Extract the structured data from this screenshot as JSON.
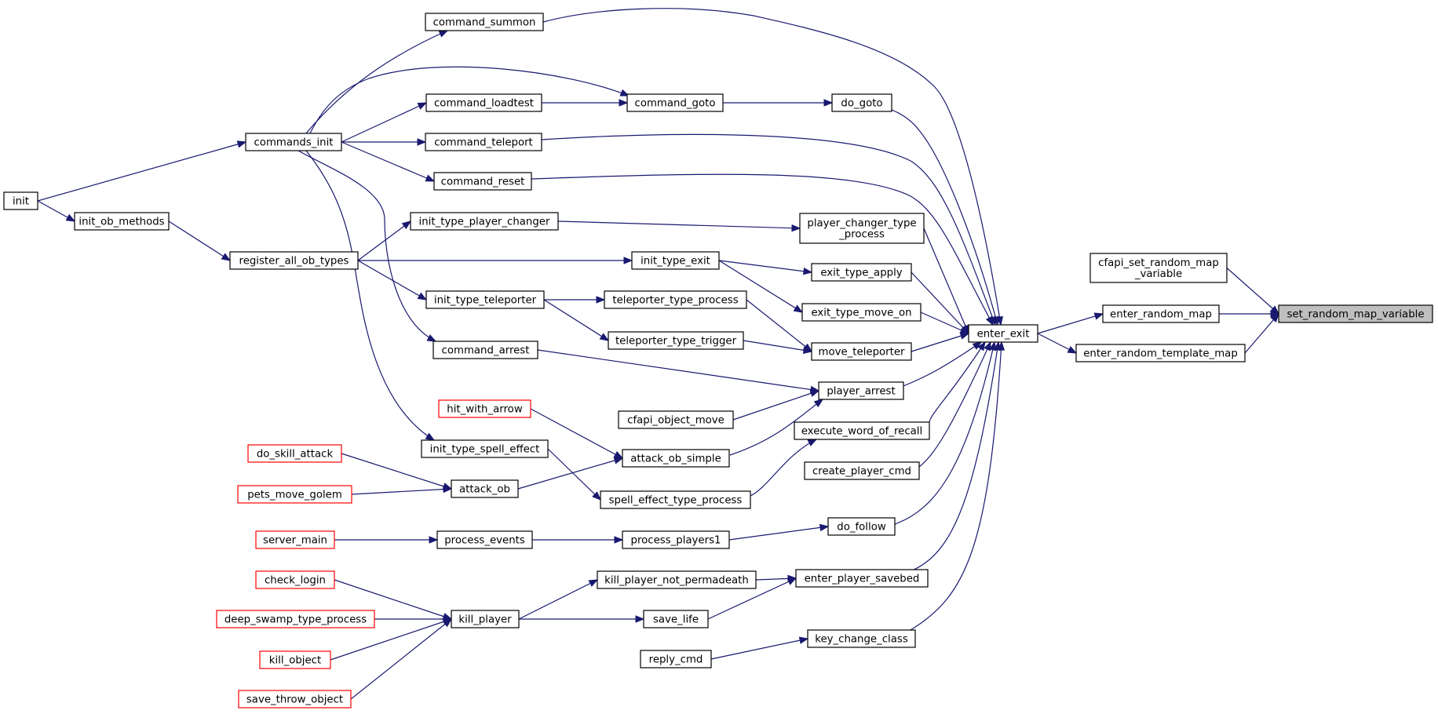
{
  "graph": {
    "colors": {
      "edge": "#191970",
      "node_border": "#000000",
      "node_border_truncated": "#ff0000",
      "highlight_fill": "#bfbfbf"
    },
    "nodes": [
      {
        "id": "set_random_map_variable",
        "label": "set_random_map_variable",
        "style": "highlight"
      },
      {
        "id": "cfapi_set_random_map_variable",
        "label": "cfapi_set_random_map\n_variable",
        "style": "normal"
      },
      {
        "id": "enter_random_map",
        "label": "enter_random_map",
        "style": "normal"
      },
      {
        "id": "enter_random_template_map",
        "label": "enter_random_template_map",
        "style": "normal"
      },
      {
        "id": "enter_exit",
        "label": "enter_exit",
        "style": "normal"
      },
      {
        "id": "command_summon",
        "label": "command_summon",
        "style": "normal"
      },
      {
        "id": "do_goto",
        "label": "do_goto",
        "style": "normal"
      },
      {
        "id": "command_teleport",
        "label": "command_teleport",
        "style": "normal"
      },
      {
        "id": "command_reset",
        "label": "command_reset",
        "style": "normal"
      },
      {
        "id": "player_changer_type_process",
        "label": "player_changer_type\n_process",
        "style": "normal"
      },
      {
        "id": "exit_type_apply",
        "label": "exit_type_apply",
        "style": "normal"
      },
      {
        "id": "exit_type_move_on",
        "label": "exit_type_move_on",
        "style": "normal"
      },
      {
        "id": "move_teleporter",
        "label": "move_teleporter",
        "style": "normal"
      },
      {
        "id": "player_arrest",
        "label": "player_arrest",
        "style": "normal"
      },
      {
        "id": "execute_word_of_recall",
        "label": "execute_word_of_recall",
        "style": "normal"
      },
      {
        "id": "create_player_cmd",
        "label": "create_player_cmd",
        "style": "normal"
      },
      {
        "id": "do_follow",
        "label": "do_follow",
        "style": "normal"
      },
      {
        "id": "enter_player_savebed",
        "label": "enter_player_savebed",
        "style": "normal"
      },
      {
        "id": "key_change_class",
        "label": "key_change_class",
        "style": "normal"
      },
      {
        "id": "command_goto",
        "label": "command_goto",
        "style": "normal"
      },
      {
        "id": "command_loadtest",
        "label": "command_loadtest",
        "style": "normal"
      },
      {
        "id": "commands_init",
        "label": "commands_init",
        "style": "normal"
      },
      {
        "id": "init",
        "label": "init",
        "style": "normal"
      },
      {
        "id": "init_ob_methods",
        "label": "init_ob_methods",
        "style": "normal"
      },
      {
        "id": "register_all_ob_types",
        "label": "register_all_ob_types",
        "style": "normal"
      },
      {
        "id": "init_type_player_changer",
        "label": "init_type_player_changer",
        "style": "normal"
      },
      {
        "id": "init_type_exit",
        "label": "init_type_exit",
        "style": "normal"
      },
      {
        "id": "init_type_teleporter",
        "label": "init_type_teleporter",
        "style": "normal"
      },
      {
        "id": "teleporter_type_process",
        "label": "teleporter_type_process",
        "style": "normal"
      },
      {
        "id": "teleporter_type_trigger",
        "label": "teleporter_type_trigger",
        "style": "normal"
      },
      {
        "id": "command_arrest",
        "label": "command_arrest",
        "style": "normal"
      },
      {
        "id": "hit_with_arrow",
        "label": "hit_with_arrow",
        "style": "truncated"
      },
      {
        "id": "cfapi_object_move",
        "label": "cfapi_object_move",
        "style": "normal"
      },
      {
        "id": "attack_ob_simple",
        "label": "attack_ob_simple",
        "style": "normal"
      },
      {
        "id": "init_type_spell_effect",
        "label": "init_type_spell_effect",
        "style": "normal"
      },
      {
        "id": "do_skill_attack",
        "label": "do_skill_attack",
        "style": "truncated"
      },
      {
        "id": "attack_ob",
        "label": "attack_ob",
        "style": "normal"
      },
      {
        "id": "pets_move_golem",
        "label": "pets_move_golem",
        "style": "truncated"
      },
      {
        "id": "spell_effect_type_process",
        "label": "spell_effect_type_process",
        "style": "normal"
      },
      {
        "id": "server_main",
        "label": "server_main",
        "style": "truncated"
      },
      {
        "id": "process_events",
        "label": "process_events",
        "style": "normal"
      },
      {
        "id": "process_players1",
        "label": "process_players1",
        "style": "normal"
      },
      {
        "id": "check_login",
        "label": "check_login",
        "style": "truncated"
      },
      {
        "id": "kill_player_not_permadeath",
        "label": "kill_player_not_permadeath",
        "style": "normal"
      },
      {
        "id": "deep_swamp_type_process",
        "label": "deep_swamp_type_process",
        "style": "truncated"
      },
      {
        "id": "kill_player",
        "label": "kill_player",
        "style": "normal"
      },
      {
        "id": "save_life",
        "label": "save_life",
        "style": "normal"
      },
      {
        "id": "kill_object",
        "label": "kill_object",
        "style": "truncated"
      },
      {
        "id": "save_throw_object",
        "label": "save_throw_object",
        "style": "truncated"
      },
      {
        "id": "reply_cmd",
        "label": "reply_cmd",
        "style": "normal"
      }
    ],
    "edges": [
      {
        "from": "cfapi_set_random_map_variable",
        "to": "set_random_map_variable"
      },
      {
        "from": "enter_random_map",
        "to": "set_random_map_variable"
      },
      {
        "from": "enter_random_template_map",
        "to": "set_random_map_variable"
      },
      {
        "from": "enter_exit",
        "to": "enter_random_map"
      },
      {
        "from": "enter_exit",
        "to": "enter_random_template_map"
      },
      {
        "from": "command_summon",
        "to": "enter_exit"
      },
      {
        "from": "do_goto",
        "to": "enter_exit"
      },
      {
        "from": "command_teleport",
        "to": "enter_exit"
      },
      {
        "from": "command_reset",
        "to": "enter_exit"
      },
      {
        "from": "player_changer_type_process",
        "to": "enter_exit"
      },
      {
        "from": "exit_type_apply",
        "to": "enter_exit"
      },
      {
        "from": "exit_type_move_on",
        "to": "enter_exit"
      },
      {
        "from": "move_teleporter",
        "to": "enter_exit"
      },
      {
        "from": "player_arrest",
        "to": "enter_exit"
      },
      {
        "from": "execute_word_of_recall",
        "to": "enter_exit"
      },
      {
        "from": "create_player_cmd",
        "to": "enter_exit"
      },
      {
        "from": "do_follow",
        "to": "enter_exit"
      },
      {
        "from": "enter_player_savebed",
        "to": "enter_exit"
      },
      {
        "from": "key_change_class",
        "to": "enter_exit"
      },
      {
        "from": "command_goto",
        "to": "do_goto"
      },
      {
        "from": "command_loadtest",
        "to": "command_goto"
      },
      {
        "from": "commands_init",
        "to": "command_goto"
      },
      {
        "from": "commands_init",
        "to": "command_summon"
      },
      {
        "from": "commands_init",
        "to": "command_loadtest"
      },
      {
        "from": "commands_init",
        "to": "command_teleport"
      },
      {
        "from": "commands_init",
        "to": "command_reset"
      },
      {
        "from": "commands_init",
        "to": "command_arrest"
      },
      {
        "from": "commands_init",
        "to": "init_type_spell_effect"
      },
      {
        "from": "init",
        "to": "commands_init"
      },
      {
        "from": "init",
        "to": "init_ob_methods"
      },
      {
        "from": "init_ob_methods",
        "to": "register_all_ob_types"
      },
      {
        "from": "register_all_ob_types",
        "to": "init_type_player_changer"
      },
      {
        "from": "register_all_ob_types",
        "to": "init_type_exit"
      },
      {
        "from": "register_all_ob_types",
        "to": "init_type_teleporter"
      },
      {
        "from": "init_type_player_changer",
        "to": "player_changer_type_process"
      },
      {
        "from": "init_type_exit",
        "to": "exit_type_apply"
      },
      {
        "from": "init_type_exit",
        "to": "exit_type_move_on"
      },
      {
        "from": "init_type_teleporter",
        "to": "teleporter_type_process"
      },
      {
        "from": "init_type_teleporter",
        "to": "teleporter_type_trigger"
      },
      {
        "from": "teleporter_type_process",
        "to": "move_teleporter"
      },
      {
        "from": "teleporter_type_trigger",
        "to": "move_teleporter"
      },
      {
        "from": "command_arrest",
        "to": "player_arrest"
      },
      {
        "from": "cfapi_object_move",
        "to": "player_arrest"
      },
      {
        "from": "attack_ob_simple",
        "to": "player_arrest"
      },
      {
        "from": "hit_with_arrow",
        "to": "attack_ob_simple"
      },
      {
        "from": "attack_ob",
        "to": "attack_ob_simple"
      },
      {
        "from": "init_type_spell_effect",
        "to": "spell_effect_type_process"
      },
      {
        "from": "spell_effect_type_process",
        "to": "execute_word_of_recall"
      },
      {
        "from": "do_skill_attack",
        "to": "attack_ob"
      },
      {
        "from": "pets_move_golem",
        "to": "attack_ob"
      },
      {
        "from": "server_main",
        "to": "process_events"
      },
      {
        "from": "process_events",
        "to": "process_players1"
      },
      {
        "from": "process_players1",
        "to": "do_follow"
      },
      {
        "from": "kill_player_not_permadeath",
        "to": "enter_player_savebed"
      },
      {
        "from": "save_life",
        "to": "enter_player_savebed"
      },
      {
        "from": "kill_player",
        "to": "kill_player_not_permadeath"
      },
      {
        "from": "kill_player",
        "to": "save_life"
      },
      {
        "from": "check_login",
        "to": "kill_player"
      },
      {
        "from": "deep_swamp_type_process",
        "to": "kill_player"
      },
      {
        "from": "kill_object",
        "to": "kill_player"
      },
      {
        "from": "save_throw_object",
        "to": "kill_player"
      },
      {
        "from": "reply_cmd",
        "to": "key_change_class"
      }
    ]
  }
}
